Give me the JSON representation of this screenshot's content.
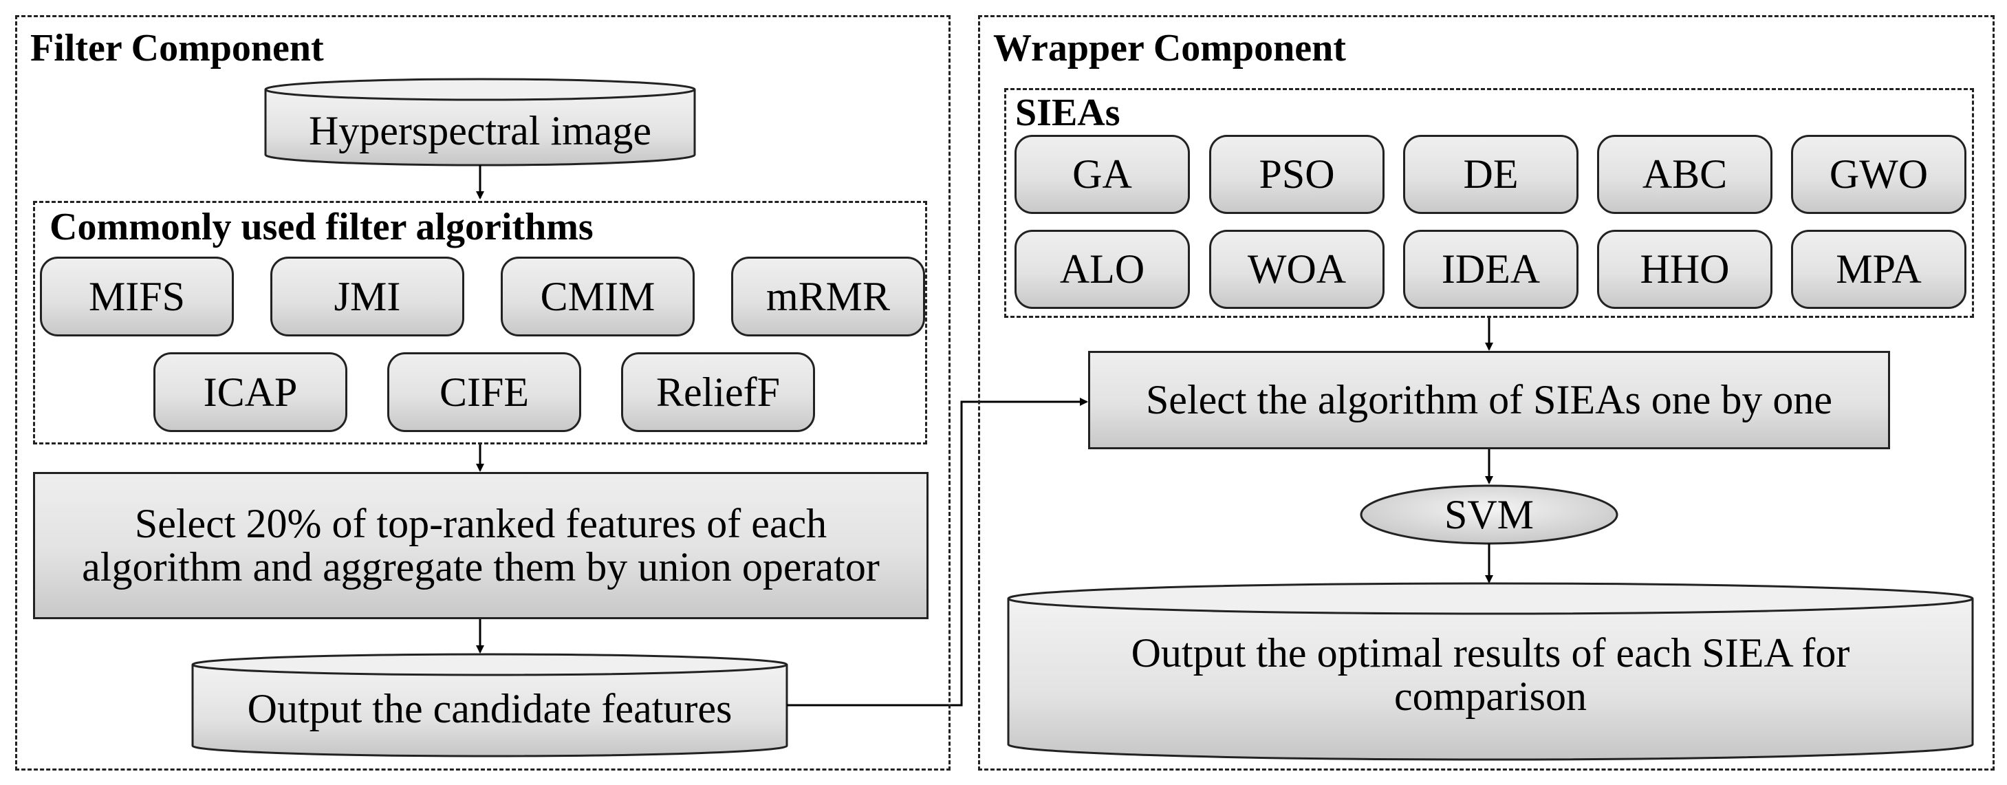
{
  "filter_component": {
    "title": "Filter Component",
    "input_label": "Hyperspectral image",
    "filter_algorithms": {
      "title": "Commonly used filter algorithms",
      "items": [
        "MIFS",
        "JMI",
        "CMIM",
        "mRMR",
        "ICAP",
        "CIFE",
        "ReliefF"
      ]
    },
    "selection_line1": "Select 20% of top-ranked features of each",
    "selection_line2": "algorithm and aggregate them by union operator",
    "output_label": "Output the candidate features"
  },
  "wrapper_component": {
    "title": "Wrapper Component",
    "sieas": {
      "title": "SIEAs",
      "items": [
        "GA",
        "PSO",
        "DE",
        "ABC",
        "GWO",
        "ALO",
        "WOA",
        "IDEA",
        "HHO",
        "MPA"
      ]
    },
    "select_label": "Select the algorithm of SIEAs one by one",
    "classifier_label": "SVM",
    "output_line1": "Output the optimal results of each SIEA for",
    "output_line2": "comparison"
  }
}
